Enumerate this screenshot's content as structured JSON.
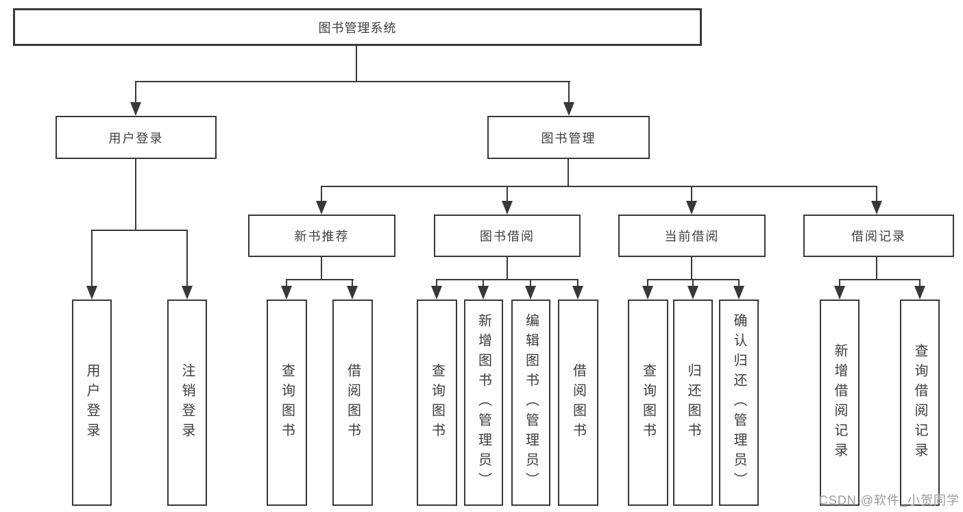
{
  "tree": {
    "root": "图书管理系统",
    "user_login": {
      "label": "用户登录",
      "children": [
        "用户登录",
        "注销登录"
      ]
    },
    "book_mgmt": {
      "label": "图书管理",
      "sections": [
        {
          "label": "新书推荐",
          "children": [
            "查询图书",
            "借阅图书"
          ]
        },
        {
          "label": "图书借阅",
          "children": [
            "查询图书",
            "新增图书（管理员）",
            "编辑图书（管理员）",
            "借阅图书"
          ]
        },
        {
          "label": "当前借阅",
          "children": [
            "查询图书",
            "归还图书",
            "确认归还（管理员）"
          ]
        },
        {
          "label": "借阅记录",
          "children": [
            "新增借阅记录",
            "查询借阅记录"
          ]
        }
      ]
    }
  },
  "watermark": "CSDN @软件_小贺同学",
  "colors": {
    "line": "#383838",
    "box_border": "#383838",
    "box_fill": "#ffffff",
    "text": "#3d3d3d",
    "watermark": "#9c9c9c",
    "background": "#ffffff"
  }
}
